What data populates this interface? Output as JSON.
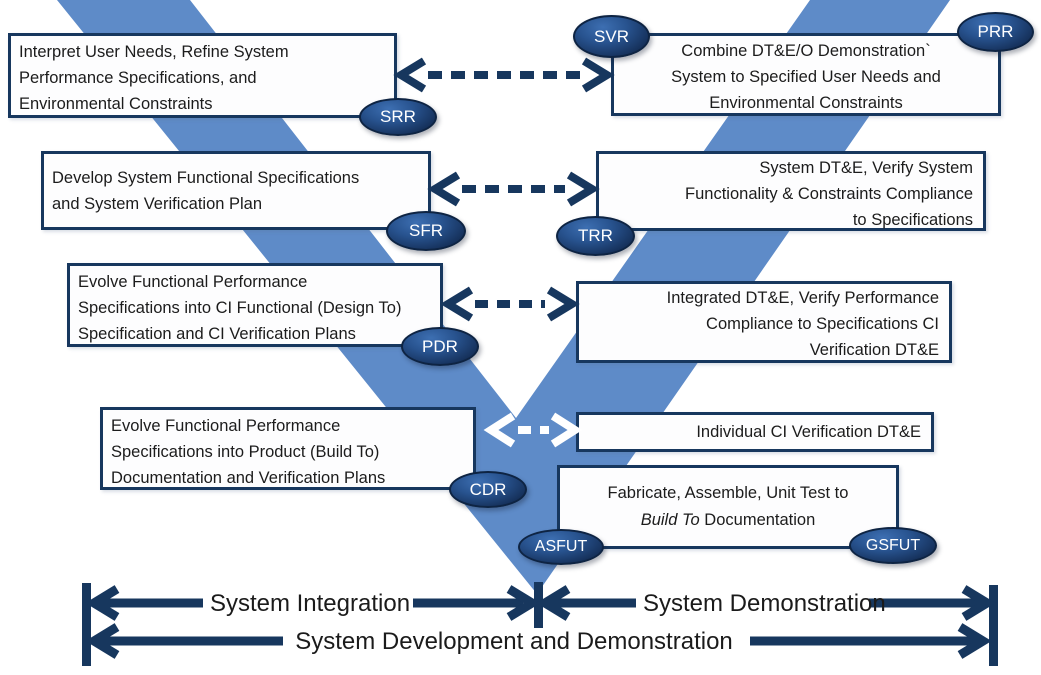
{
  "colors": {
    "v_blue": "#5e8bc8",
    "navy": "#17375e",
    "box_background": "#fdfdfe",
    "text": "#1c1c1c",
    "oval_text": "#ffffff",
    "white_arrow": "#ffffff"
  },
  "boxes": {
    "l1": {
      "lines": [
        "Interpret User Needs, Refine System",
        "Performance Specifications, and",
        "Environmental Constraints"
      ]
    },
    "l2": {
      "lines": [
        "Develop System Functional Specifications",
        "and System Verification Plan"
      ]
    },
    "l3": {
      "lines": [
        "Evolve Functional Performance",
        "Specifications into CI Functional (Design To)",
        "Specification and CI Verification Plans"
      ]
    },
    "l4": {
      "lines": [
        "Evolve Functional Performance",
        "Specifications into Product (Build To)",
        "Documentation and Verification Plans"
      ]
    },
    "r1": {
      "lines": [
        "Combine DT&E/O Demonstration`",
        "System to Specified User Needs and",
        "Environmental Constraints"
      ]
    },
    "r2": {
      "lines": [
        "System DT&E, Verify System",
        "Functionality & Constraints Compliance",
        "to Specifications"
      ]
    },
    "r3": {
      "lines": [
        "Integrated DT&E, Verify Performance",
        "Compliance to Specifications CI",
        "Verification DT&E"
      ]
    },
    "r4": {
      "lines": [
        "Individual CI Verification DT&E"
      ]
    },
    "fab": {
      "line1": "Fabricate, Assemble, Unit Test to",
      "line2_italic": "Build To",
      "line2_rest": " Documentation"
    }
  },
  "milestones": {
    "srr": "SRR",
    "sfr": "SFR",
    "pdr": "PDR",
    "cdr": "CDR",
    "asfut": "ASFUT",
    "gsfut": "GSFUT",
    "trr": "TRR",
    "svr": "SVR",
    "prr": "PRR"
  },
  "footer": {
    "integration": "System Integration",
    "demonstration": "System Demonstration",
    "development": "System Development and Demonstration"
  }
}
